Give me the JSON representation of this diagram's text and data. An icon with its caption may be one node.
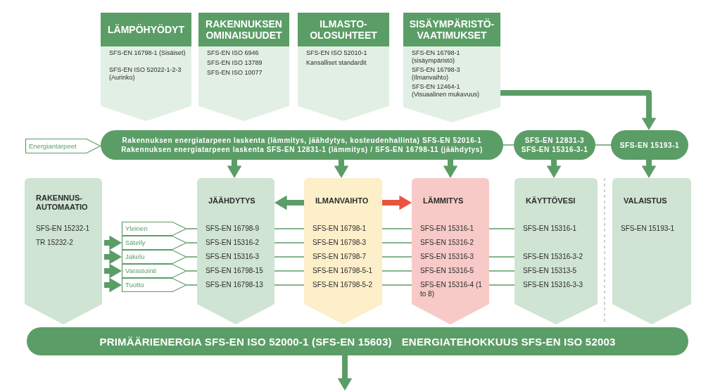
{
  "diagram": {
    "nodes": [
      {
        "text": [
          "LÄMPÖHYÖDYT",
          "SFS-EN 16798-1 (Sisäiset)",
          "SFS-EN ISO 52022-1-2-3 (Aurinko)"
        ]
      },
      {
        "text": [
          "RAKENNUKSEN OMINAISUUDET",
          "SFS-EN ISO 6946",
          "SFS-EN ISO 13789",
          "SFS-EN ISO 10077"
        ]
      },
      {
        "text": [
          "ILMASTO-OLOSUHTEET",
          "SFS-EN ISO 52010-1",
          "Kansalliset standardit"
        ]
      },
      {
        "text": [
          "SISÄYMPÄRISTÖ-VAATIMUKSET",
          "SFS-EN 16798-1 (sisäympäristö)",
          "SFS-EN 16798-3 (Ilmanvaihto)",
          "SFS-EN 12464-1 (Visuaalinen mukavuus)"
        ]
      },
      {
        "text": [
          "Energiantarpeet"
        ]
      },
      {
        "text": [
          "Rakennuksen energiatarpeen laskenta (lämmitys, jäähdytys, kosteudenhallinta) SFS-EN 52016-1",
          "Rakennuksen energiatarpeen laskenta SFS-EN 12831-1 (lämmitys) / SFS-EN 16798-11 (jäähdytys)"
        ]
      },
      {
        "text": [
          "SFS-EN 12831-3",
          "SFS-EN 15316-3-1"
        ]
      },
      {
        "text": [
          "SFS-EN 15193-1"
        ]
      },
      {
        "text": [
          "RAKENNUS-AUTOMAATIO",
          "SFS-EN 15232-1",
          "TR 15232-2"
        ]
      },
      {
        "text": [
          "Yleinen"
        ]
      },
      {
        "text": [
          "Säteily"
        ]
      },
      {
        "text": [
          "Jakelu"
        ]
      },
      {
        "text": [
          "Varastointi"
        ]
      },
      {
        "text": [
          "Tuotto"
        ]
      },
      {
        "text": [
          "JÄÄHDYTYS",
          "SFS-EN 16798-9",
          "SFS-EN 15316-2",
          "SFS-EN 15316-3",
          "SFS-EN 16798-15",
          "SFS-EN 16798-13"
        ]
      },
      {
        "text": [
          "ILMANVAIHTO",
          "SFS-EN 16798-1",
          "SFS-EN 16798-3",
          "SFS-EN 16798-7",
          "SFS-EN 16798-5-1",
          "SFS-EN 16798-5-2"
        ]
      },
      {
        "text": [
          "LÄMMITYS",
          "SFS-EN 15316-1",
          "SFS-EN 15316-2",
          "SFS-EN 15316-3",
          "SFS-EN 15316-5",
          "SFS-EN 15316-4 (1 to 8)"
        ]
      },
      {
        "text": [
          "KÄYTTÖVESI",
          "SFS-EN 15316-1",
          "SFS-EN 15316-3-2",
          "SFS-EN 15313-5",
          "SFS-EN 15316-3-3"
        ]
      },
      {
        "text": [
          "VALAISTUS",
          "SFS-EN 15193-1"
        ]
      },
      {
        "text": [
          "PRIMÄÄRIENERGIA SFS-EN ISO 52000-1 (SFS-EN 15603)",
          "ENERGIATEHOKKUUS SFS-EN ISO 52003"
        ]
      }
    ],
    "edges": [
      {
        "from": 5,
        "to": 6,
        "arrow": "none"
      },
      {
        "from": 6,
        "to": 7,
        "arrow": "none"
      },
      {
        "from": 3,
        "to": 7,
        "arrow": "to",
        "style": "thick"
      },
      {
        "from": 5,
        "to": 14,
        "arrow": "to",
        "style": "thick"
      },
      {
        "from": 5,
        "to": 15,
        "arrow": "to",
        "style": "thick"
      },
      {
        "from": 5,
        "to": 16,
        "arrow": "to",
        "style": "thick"
      },
      {
        "from": 6,
        "to": 17,
        "arrow": "to",
        "style": "thick"
      },
      {
        "from": 7,
        "to": 18,
        "arrow": "to",
        "style": "thick"
      },
      {
        "from": 15,
        "to": 14,
        "arrow": "to",
        "style": "thick"
      },
      {
        "from": 15,
        "to": 16,
        "arrow": "to",
        "style": "thick",
        "color": "#e8553f"
      },
      {
        "from": 8,
        "to": 10,
        "arrow": "to",
        "style": "thick"
      },
      {
        "from": 8,
        "to": 11,
        "arrow": "to",
        "style": "thick"
      },
      {
        "from": 8,
        "to": 12,
        "arrow": "to",
        "style": "thick"
      },
      {
        "from": 8,
        "to": 13,
        "arrow": "to",
        "style": "thick"
      },
      {
        "from": 9,
        "to": 14,
        "arrow": "none"
      },
      {
        "from": 10,
        "to": 14,
        "arrow": "none"
      },
      {
        "from": 11,
        "to": 14,
        "arrow": "none"
      },
      {
        "from": 12,
        "to": 14,
        "arrow": "none"
      },
      {
        "from": 13,
        "to": 14,
        "arrow": "none"
      },
      {
        "from": 14,
        "to": 15,
        "arrow": "none"
      },
      {
        "from": 14,
        "to": 15,
        "arrow": "none"
      },
      {
        "from": 14,
        "to": 15,
        "arrow": "none"
      },
      {
        "from": 14,
        "to": 15,
        "arrow": "none"
      },
      {
        "from": 14,
        "to": 15,
        "arrow": "none"
      },
      {
        "from": 15,
        "to": 16,
        "arrow": "none"
      },
      {
        "from": 15,
        "to": 16,
        "arrow": "none"
      },
      {
        "from": 15,
        "to": 16,
        "arrow": "none"
      },
      {
        "from": 15,
        "to": 16,
        "arrow": "none"
      },
      {
        "from": 15,
        "to": 16,
        "arrow": "none"
      },
      {
        "from": 16,
        "to": 17,
        "arrow": "none"
      },
      {
        "from": 16,
        "to": 17,
        "arrow": "none"
      },
      {
        "from": 16,
        "to": 17,
        "arrow": "none"
      },
      {
        "from": 16,
        "to": 17,
        "arrow": "none"
      },
      {
        "from": 19,
        "to": null,
        "arrow": "to",
        "style": "thick"
      }
    ]
  }
}
